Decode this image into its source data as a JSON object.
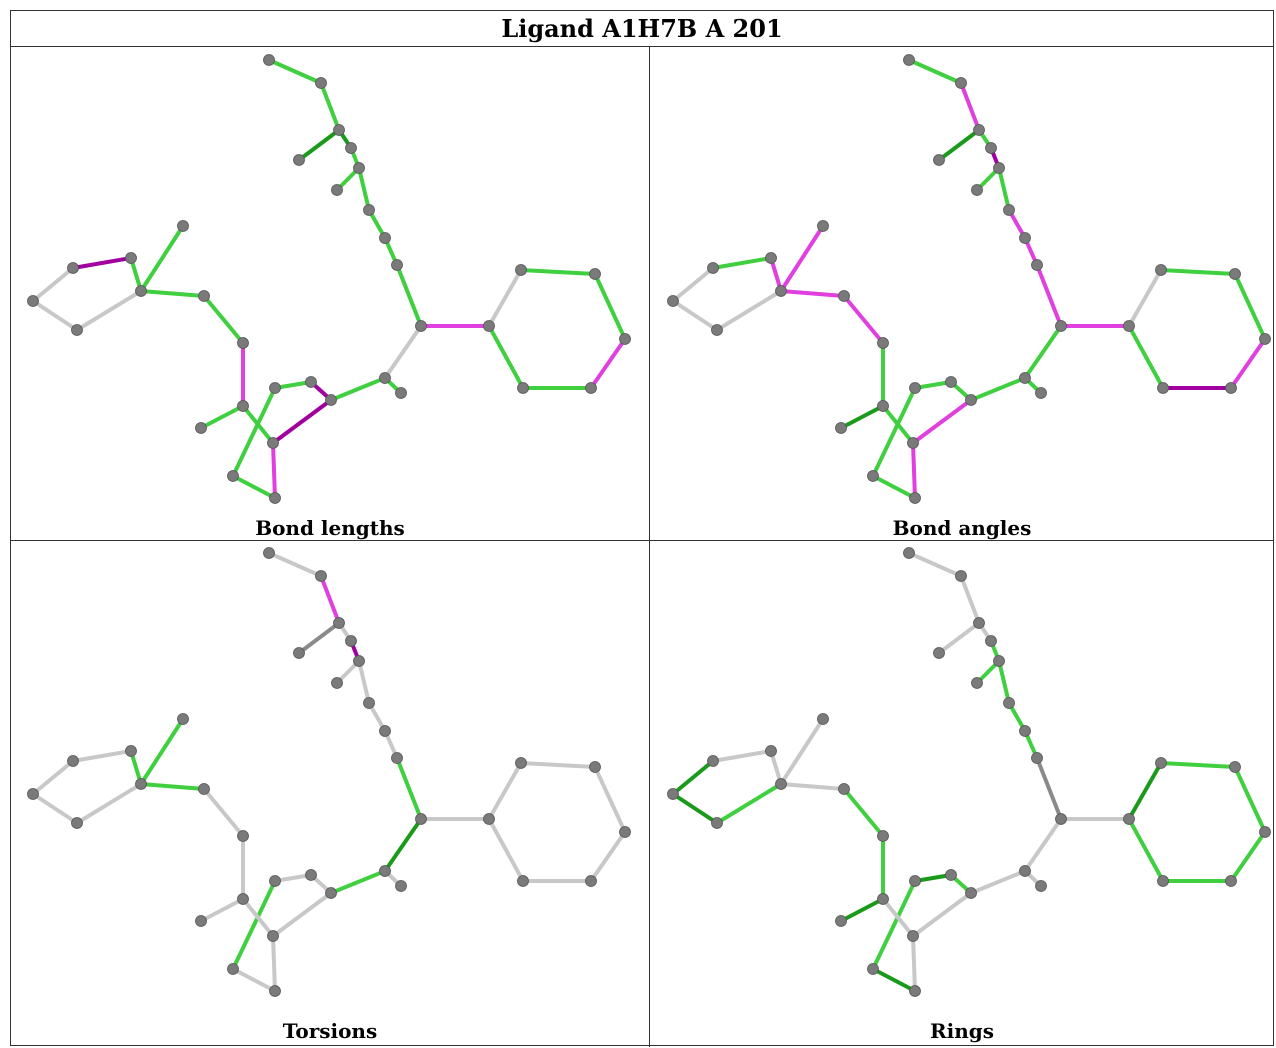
{
  "title": "Ligand A1H7B A 201",
  "panels": [
    {
      "caption": "Bond lengths"
    },
    {
      "caption": "Bond angles"
    },
    {
      "caption": "Torsions"
    },
    {
      "caption": "Rings"
    }
  ],
  "colors": {
    "green": "#3fcf3f",
    "dark_green": "#1a9a1a",
    "magenta": "#e040e0",
    "dark_magenta": "#a000a0",
    "gray": "#c8c8c8",
    "dark_gray": "#8a8a8a",
    "atom": "#7a7a7a"
  }
}
